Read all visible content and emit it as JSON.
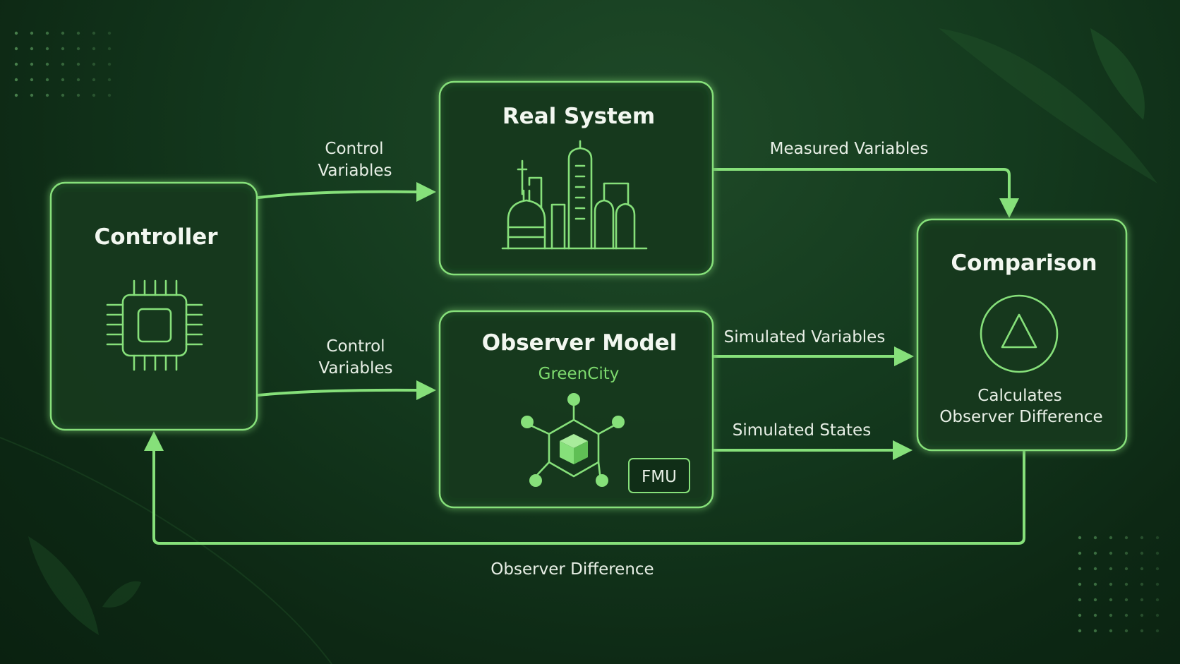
{
  "colors": {
    "background": "#0d2a15",
    "accent": "#86e07a",
    "subtitle": "#7edb6e",
    "text": "#e8efe6"
  },
  "nodes": {
    "controller": {
      "title": "Controller",
      "icon": "chip-icon"
    },
    "real_system": {
      "title": "Real System",
      "icon": "factory-icon"
    },
    "observer_model": {
      "title": "Observer Model",
      "subtitle": "GreenCity",
      "icon": "network-cube-icon",
      "badge": "FMU"
    },
    "comparison": {
      "title": "Comparison",
      "icon": "delta-icon",
      "caption_line1": "Calculates",
      "caption_line2": "Observer Difference"
    }
  },
  "edges": {
    "control_to_real": {
      "line1": "Control",
      "line2": "Variables"
    },
    "control_to_observer": {
      "line1": "Control",
      "line2": "Variables"
    },
    "measured": "Measured Variables",
    "simulated_variables": "Simulated Variables",
    "simulated_states": "Simulated States",
    "observer_difference": "Observer Difference"
  }
}
